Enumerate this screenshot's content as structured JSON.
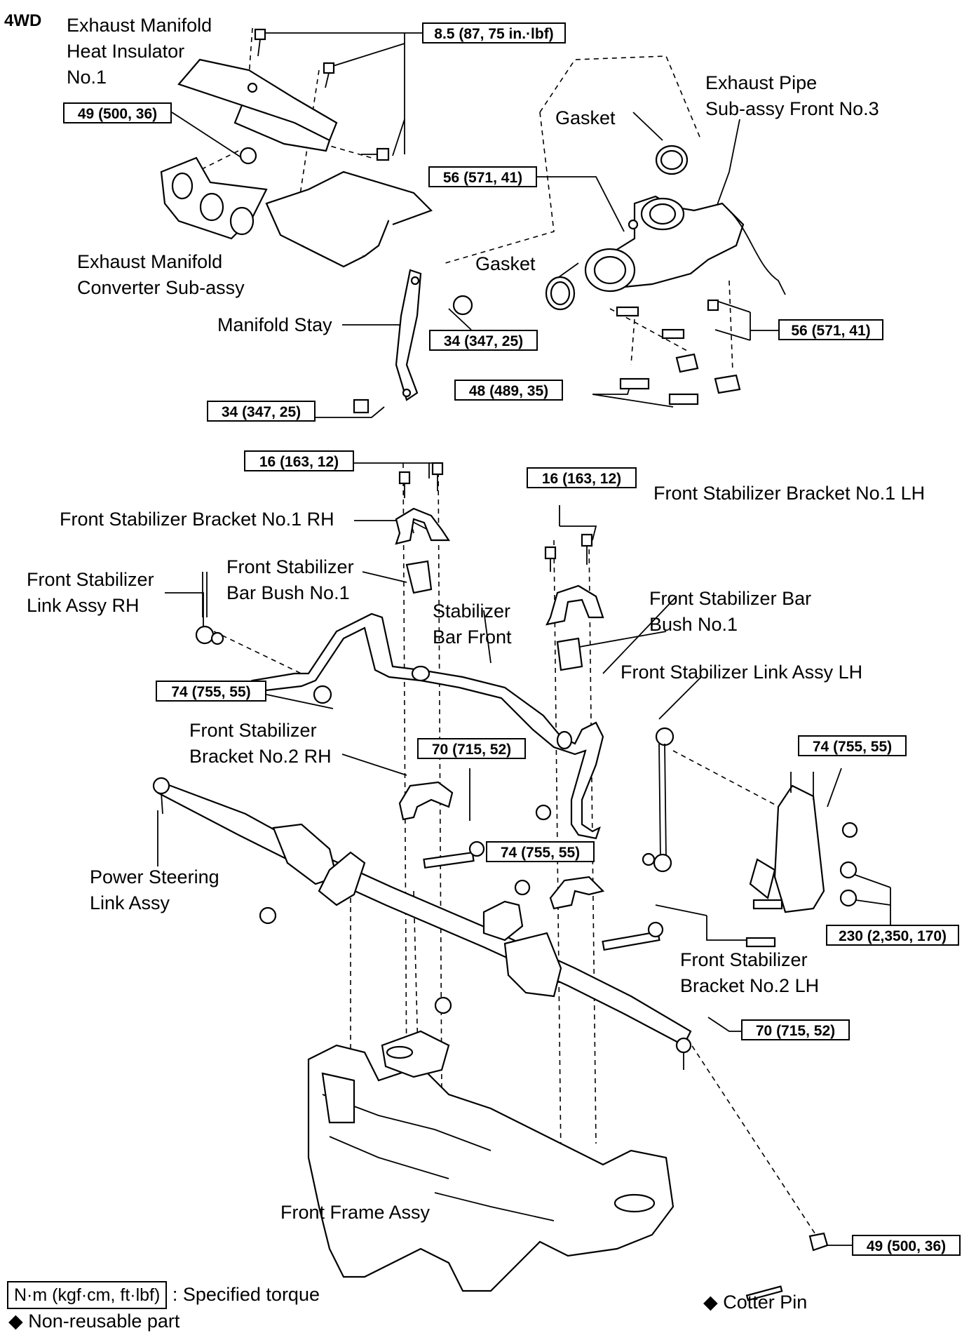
{
  "header": {
    "tag": "4WD"
  },
  "labels": {
    "heat_insulator": [
      "Exhaust Manifold",
      "Heat Insulator",
      "No.1"
    ],
    "exhaust_pipe": [
      "Exhaust Pipe",
      "Sub-assy Front No.3"
    ],
    "gasket_top": "Gasket",
    "gasket_mid": "Gasket",
    "manifold_converter": [
      "Exhaust Manifold",
      "Converter Sub-assy"
    ],
    "manifold_stay": "Manifold Stay",
    "bracket1_rh": "Front Stabilizer Bracket No.1 RH",
    "bracket1_lh": "Front Stabilizer Bracket No.1 LH",
    "bush_rh": [
      "Front Stabilizer",
      "Bar Bush No.1"
    ],
    "link_rh": [
      "Front Stabilizer",
      "Link Assy RH"
    ],
    "stab_bar": [
      "Stabilizer",
      "Bar Front"
    ],
    "bush_lh": [
      "Front Stabilizer Bar",
      "Bush No.1"
    ],
    "link_lh": "Front Stabilizer Link Assy LH",
    "bracket2_rh": [
      "Front Stabilizer",
      "Bracket No.2 RH"
    ],
    "ps_link": [
      "Power Steering",
      "Link Assy"
    ],
    "bracket2_lh": [
      "Front Stabilizer",
      "Bracket No.2 LH"
    ],
    "front_frame": "Front Frame Assy",
    "cotter_pin": "◆ Cotter Pin"
  },
  "torques": {
    "t_8_5": "8.5 (87, 75 in.·lbf)",
    "t_49_top": "49 (500, 36)",
    "t_56_left": "56 (571, 41)",
    "t_34_nut": "34 (347, 25)",
    "t_56_right": "56 (571, 41)",
    "t_48": "48 (489, 35)",
    "t_34_bolt": "34 (347, 25)",
    "t_16_rh": "16 (163, 12)",
    "t_16_lh": "16 (163, 12)",
    "t_74_left": "74 (755, 55)",
    "t_70_mid": "70 (715, 52)",
    "t_74_right": "74 (755, 55)",
    "t_74_center": "74 (755, 55)",
    "t_230": "230 (2,350, 170)",
    "t_70_bottom": "70 (715, 52)",
    "t_49_bottom": "49 (500, 36)"
  },
  "legend": {
    "unit_box": "N·m (kgf·cm, ft·lbf)",
    "unit_text": ": Specified torque",
    "nonreusable": "◆ Non-reusable part"
  }
}
